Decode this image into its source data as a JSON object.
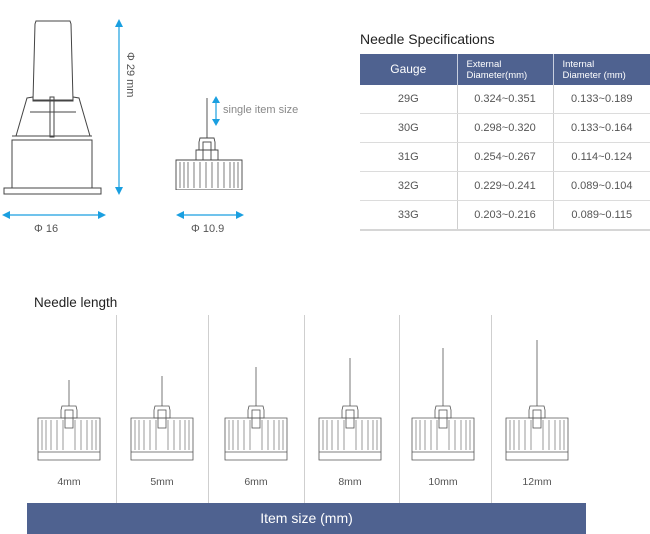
{
  "dimensions": {
    "height_label": "Φ 29 mm",
    "width_label_large": "Φ 16",
    "width_label_small": "Φ 10.9",
    "single_item_label": "single item size",
    "arrow_color": "#1a9fe0"
  },
  "spec_table": {
    "title": "Needle Specifications",
    "header_color": "#4f6290",
    "columns": [
      {
        "line1": "Gauge",
        "line2": ""
      },
      {
        "line1": "External",
        "line2": "Diameter(mm)"
      },
      {
        "line1": "Internal",
        "line2": "Diameter (mm)"
      }
    ],
    "rows": [
      {
        "gauge": "29G",
        "external": "0.324~0.351",
        "internal": "0.133~0.189"
      },
      {
        "gauge": "30G",
        "external": "0.298~0.320",
        "internal": "0.133~0.164"
      },
      {
        "gauge": "31G",
        "external": "0.254~0.267",
        "internal": "0.114~0.124"
      },
      {
        "gauge": "32G",
        "external": "0.229~0.241",
        "internal": "0.089~0.104"
      },
      {
        "gauge": "33G",
        "external": "0.203~0.216",
        "internal": "0.089~0.115"
      }
    ]
  },
  "needle_length": {
    "title": "Needle length",
    "items": [
      {
        "label": "4mm"
      },
      {
        "label": "5mm"
      },
      {
        "label": "6mm"
      },
      {
        "label": "8mm"
      },
      {
        "label": "10mm"
      },
      {
        "label": "12mm"
      }
    ],
    "footer_label": "Item size (mm)"
  }
}
